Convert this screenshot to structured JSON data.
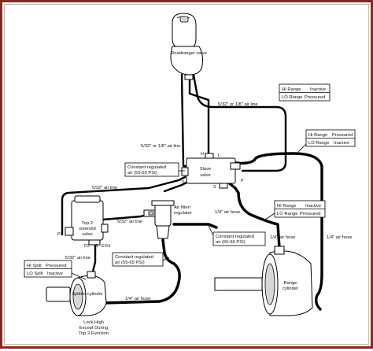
{
  "components": {
    "roadranger_valve": "Roadranger valve",
    "slave_valve": "Slave valve",
    "top2_solenoid_valve": "Top 2 solenoid valve",
    "air_filter_regulator": "Air filter/ regulator",
    "splitter_cylinder": "Splitter cylinder",
    "range_cylinder": "Range cylinder"
  },
  "port_labels": {
    "slave_h": "H",
    "slave_l": "L",
    "slave_s": "S",
    "slave_p": "P",
    "sol_p1": "P1",
    "sol_p2": "P2",
    "sol_s": "S",
    "sol_exh": "EXH"
  },
  "line_labels": {
    "roadranger_to_slave": "5/32\" or 1/8\" air line",
    "roadranger_to_slave_s": "5/32\" or 1/8\" air line",
    "slave_to_solenoid": "5/32\" air line",
    "regulator_to_solenoid": "5/32\" air line",
    "solenoid_to_splitter": "5/32\" air line",
    "regulator_hose": "1/4\" air hose",
    "range_hose_left": "1/4\" air hose",
    "range_hose_right": "1/4\" air hose",
    "splitter_hose": "1/4\" air hose"
  },
  "callouts": {
    "constant_air_top": [
      "Constant regulated",
      "air (55-65 PSI)"
    ],
    "constant_air_mid": [
      "Constant regulated",
      "air (55-65 PSI)"
    ],
    "constant_air_low": [
      "Constant regulated",
      "air (55-65 PSI)"
    ],
    "lock_note": [
      "Lock High",
      "Except During",
      "Top 2 Function"
    ]
  },
  "status_tables": {
    "roadranger_range": [
      {
        "label": "HI Range",
        "state": "Inactive"
      },
      {
        "label": "LO Range",
        "state": "Pressured"
      }
    ],
    "right_range": [
      {
        "label": "Hi Range",
        "state": "Pressured"
      },
      {
        "label": "LO Range",
        "state": "Inactive"
      }
    ],
    "mid_range": [
      {
        "label": "HI Range",
        "state": "Inactive"
      },
      {
        "label": "LO Range",
        "state": "Pressured"
      }
    ],
    "splitter": [
      {
        "label": "HI Split",
        "state": "Pressured"
      },
      {
        "label": "LO Split",
        "state": "Inactive"
      }
    ]
  }
}
